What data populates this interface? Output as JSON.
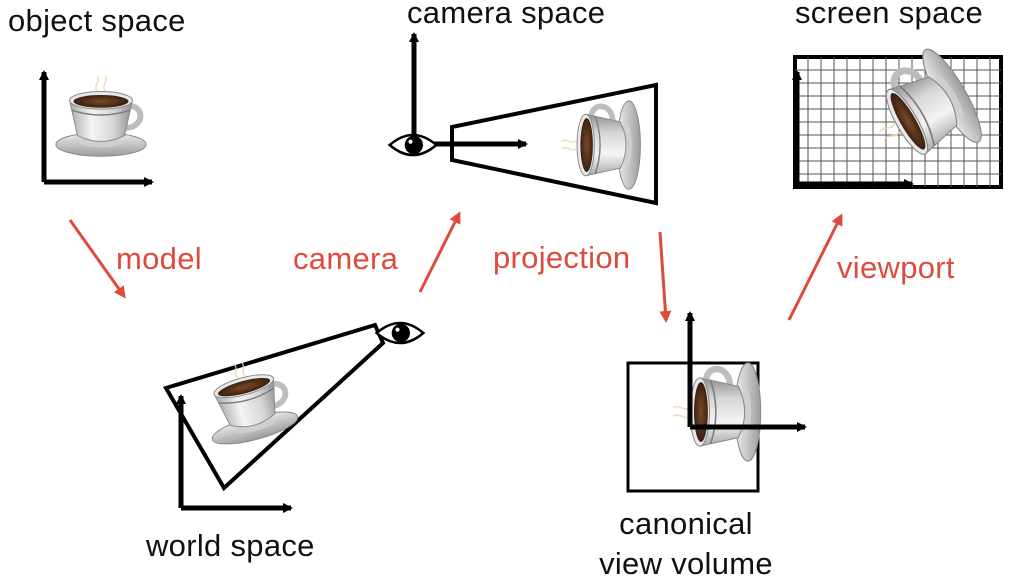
{
  "colors": {
    "axis": "#000000",
    "arrow": "#de4a3c",
    "label": "#111111",
    "transform_label": "#de4a3c",
    "grid": "#555555"
  },
  "spaces": {
    "object": "object space",
    "camera": "camera space",
    "screen": "screen space",
    "world": "world space",
    "canonical_line1": "canonical",
    "canonical_line2": "view volume"
  },
  "transforms": {
    "model": "model",
    "camera": "camera",
    "projection": "projection",
    "viewport": "viewport"
  },
  "icons": {
    "object": "teacup-icon",
    "viewer": "eye-icon"
  }
}
